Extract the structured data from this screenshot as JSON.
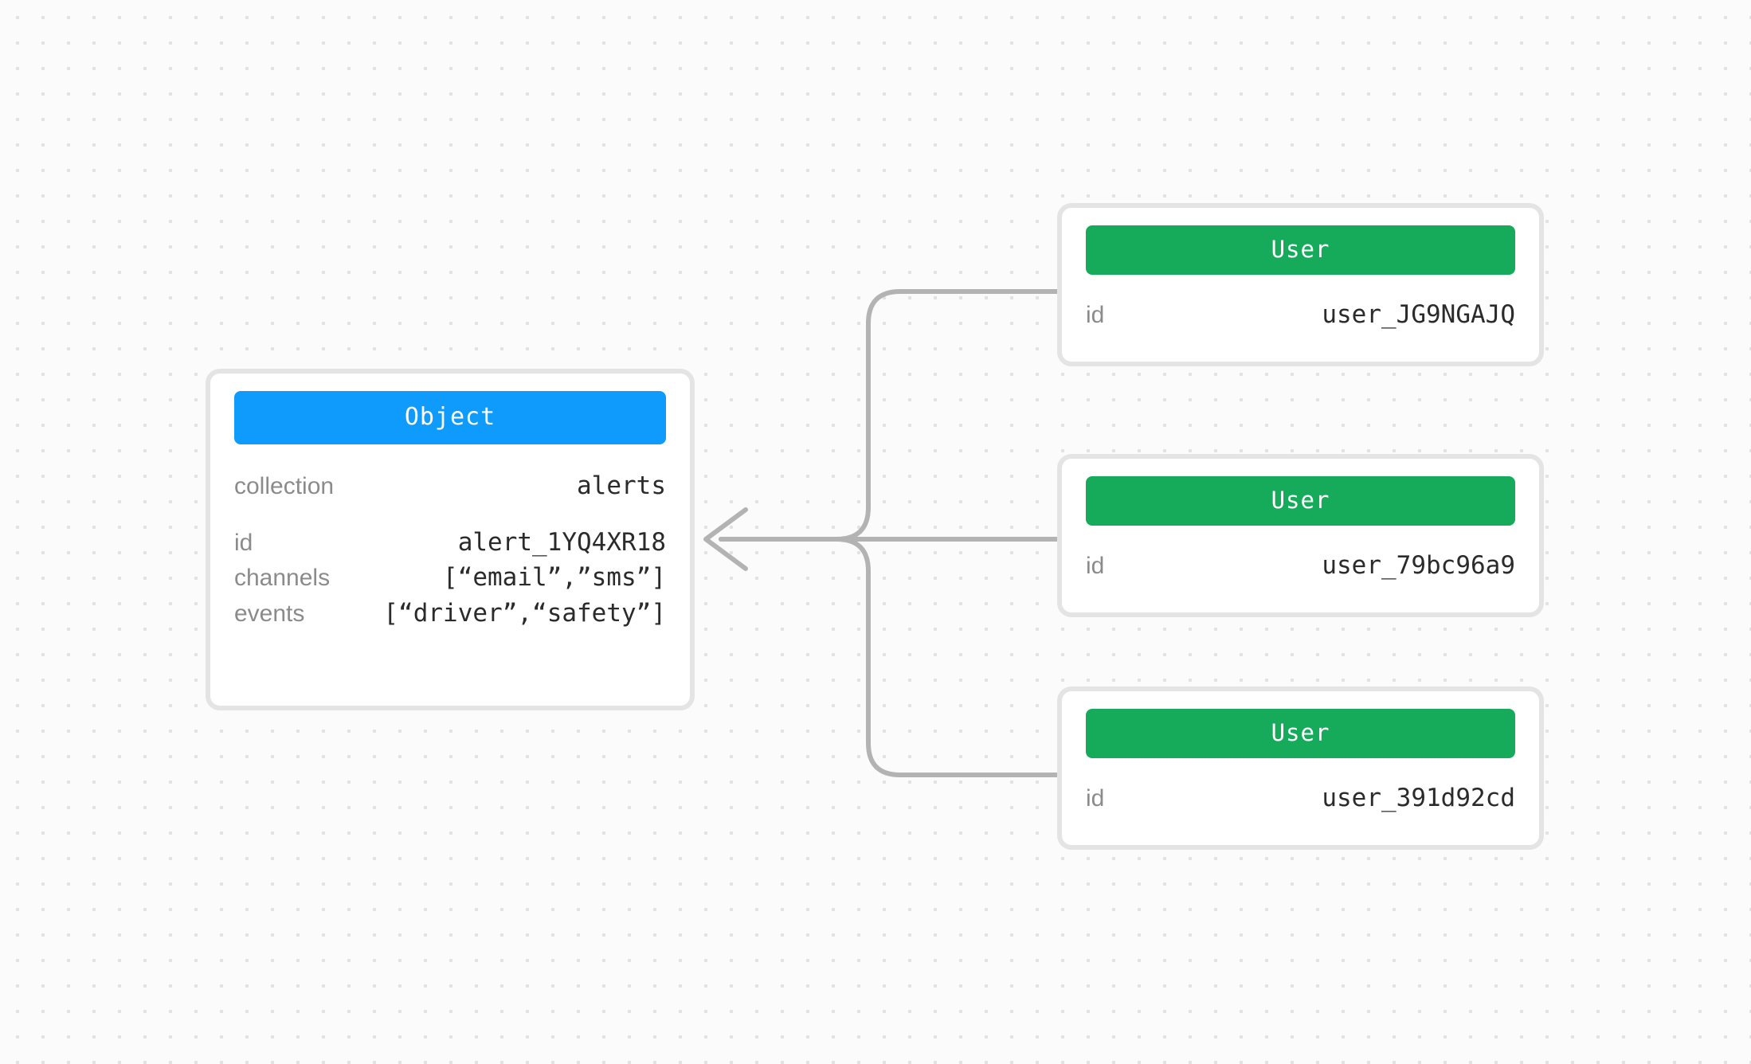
{
  "canvas": {
    "background_color": "#fbfbfb",
    "dot_color": "#e2e2e2",
    "edge_color": "#b3b3b3"
  },
  "object_node": {
    "type_label": "Object",
    "type_color": "#0f9bfc",
    "rows": [
      {
        "key": "collection",
        "value": "alerts"
      },
      {
        "key": "id",
        "value": "alert_1YQ4XR18"
      },
      {
        "key": "channels",
        "value": "[“email”,”sms”]"
      },
      {
        "key": "events",
        "value": "[“driver”,“safety”]"
      }
    ]
  },
  "user_nodes": [
    {
      "type_label": "User",
      "type_color": "#15ab5b",
      "rows": [
        {
          "key": "id",
          "value": "user_JG9NGAJQ"
        }
      ]
    },
    {
      "type_label": "User",
      "type_color": "#15ab5b",
      "rows": [
        {
          "key": "id",
          "value": "user_79bc96a9"
        }
      ]
    },
    {
      "type_label": "User",
      "type_color": "#15ab5b",
      "rows": [
        {
          "key": "id",
          "value": "user_391d92cd"
        }
      ]
    }
  ],
  "edges": [
    {
      "from": "user_JG9NGAJQ",
      "to": "alert_1YQ4XR18",
      "arrow": "left"
    },
    {
      "from": "user_79bc96a9",
      "to": "alert_1YQ4XR18",
      "arrow": "left"
    },
    {
      "from": "user_391d92cd",
      "to": "alert_1YQ4XR18",
      "arrow": "left"
    }
  ]
}
